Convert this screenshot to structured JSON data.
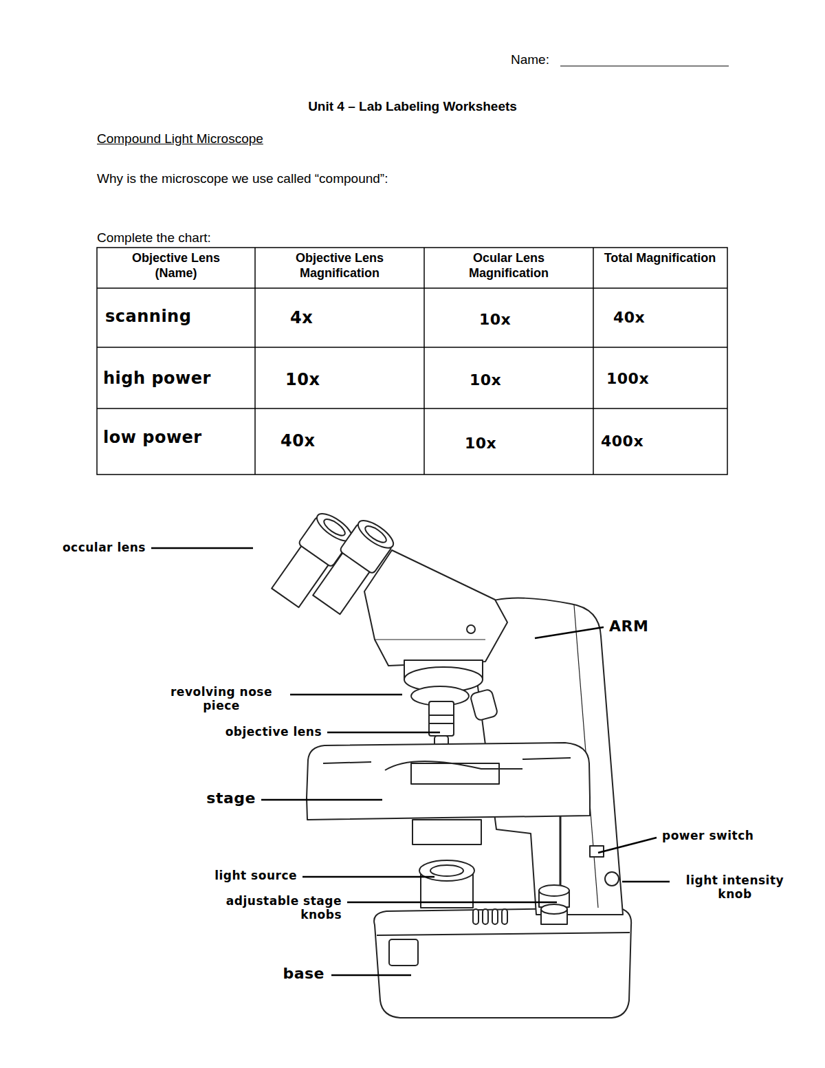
{
  "diagram": {
    "title": "Unit 4 – Lab Labeling Worksheets",
    "labels": [
      "Name:",
      "Compound Light Microscope",
      "Why is the microscope we use called “compound”:",
      "Complete the chart:",
      "Objective Lens (Name)",
      "Objective Lens Magnification",
      "Ocular Lens Magnification",
      "Total Magnification",
      "scanning",
      "4x",
      "10x",
      "40x",
      "high power",
      "10x",
      "10x",
      "100x",
      "low power",
      "40x",
      "10x",
      "400x",
      "occular lens",
      "ARM",
      "revolving nose piece",
      "objective lens",
      "stage",
      "power switch",
      "light source",
      "light intensity knob",
      "adjustable stage knobs",
      "base"
    ]
  }
}
